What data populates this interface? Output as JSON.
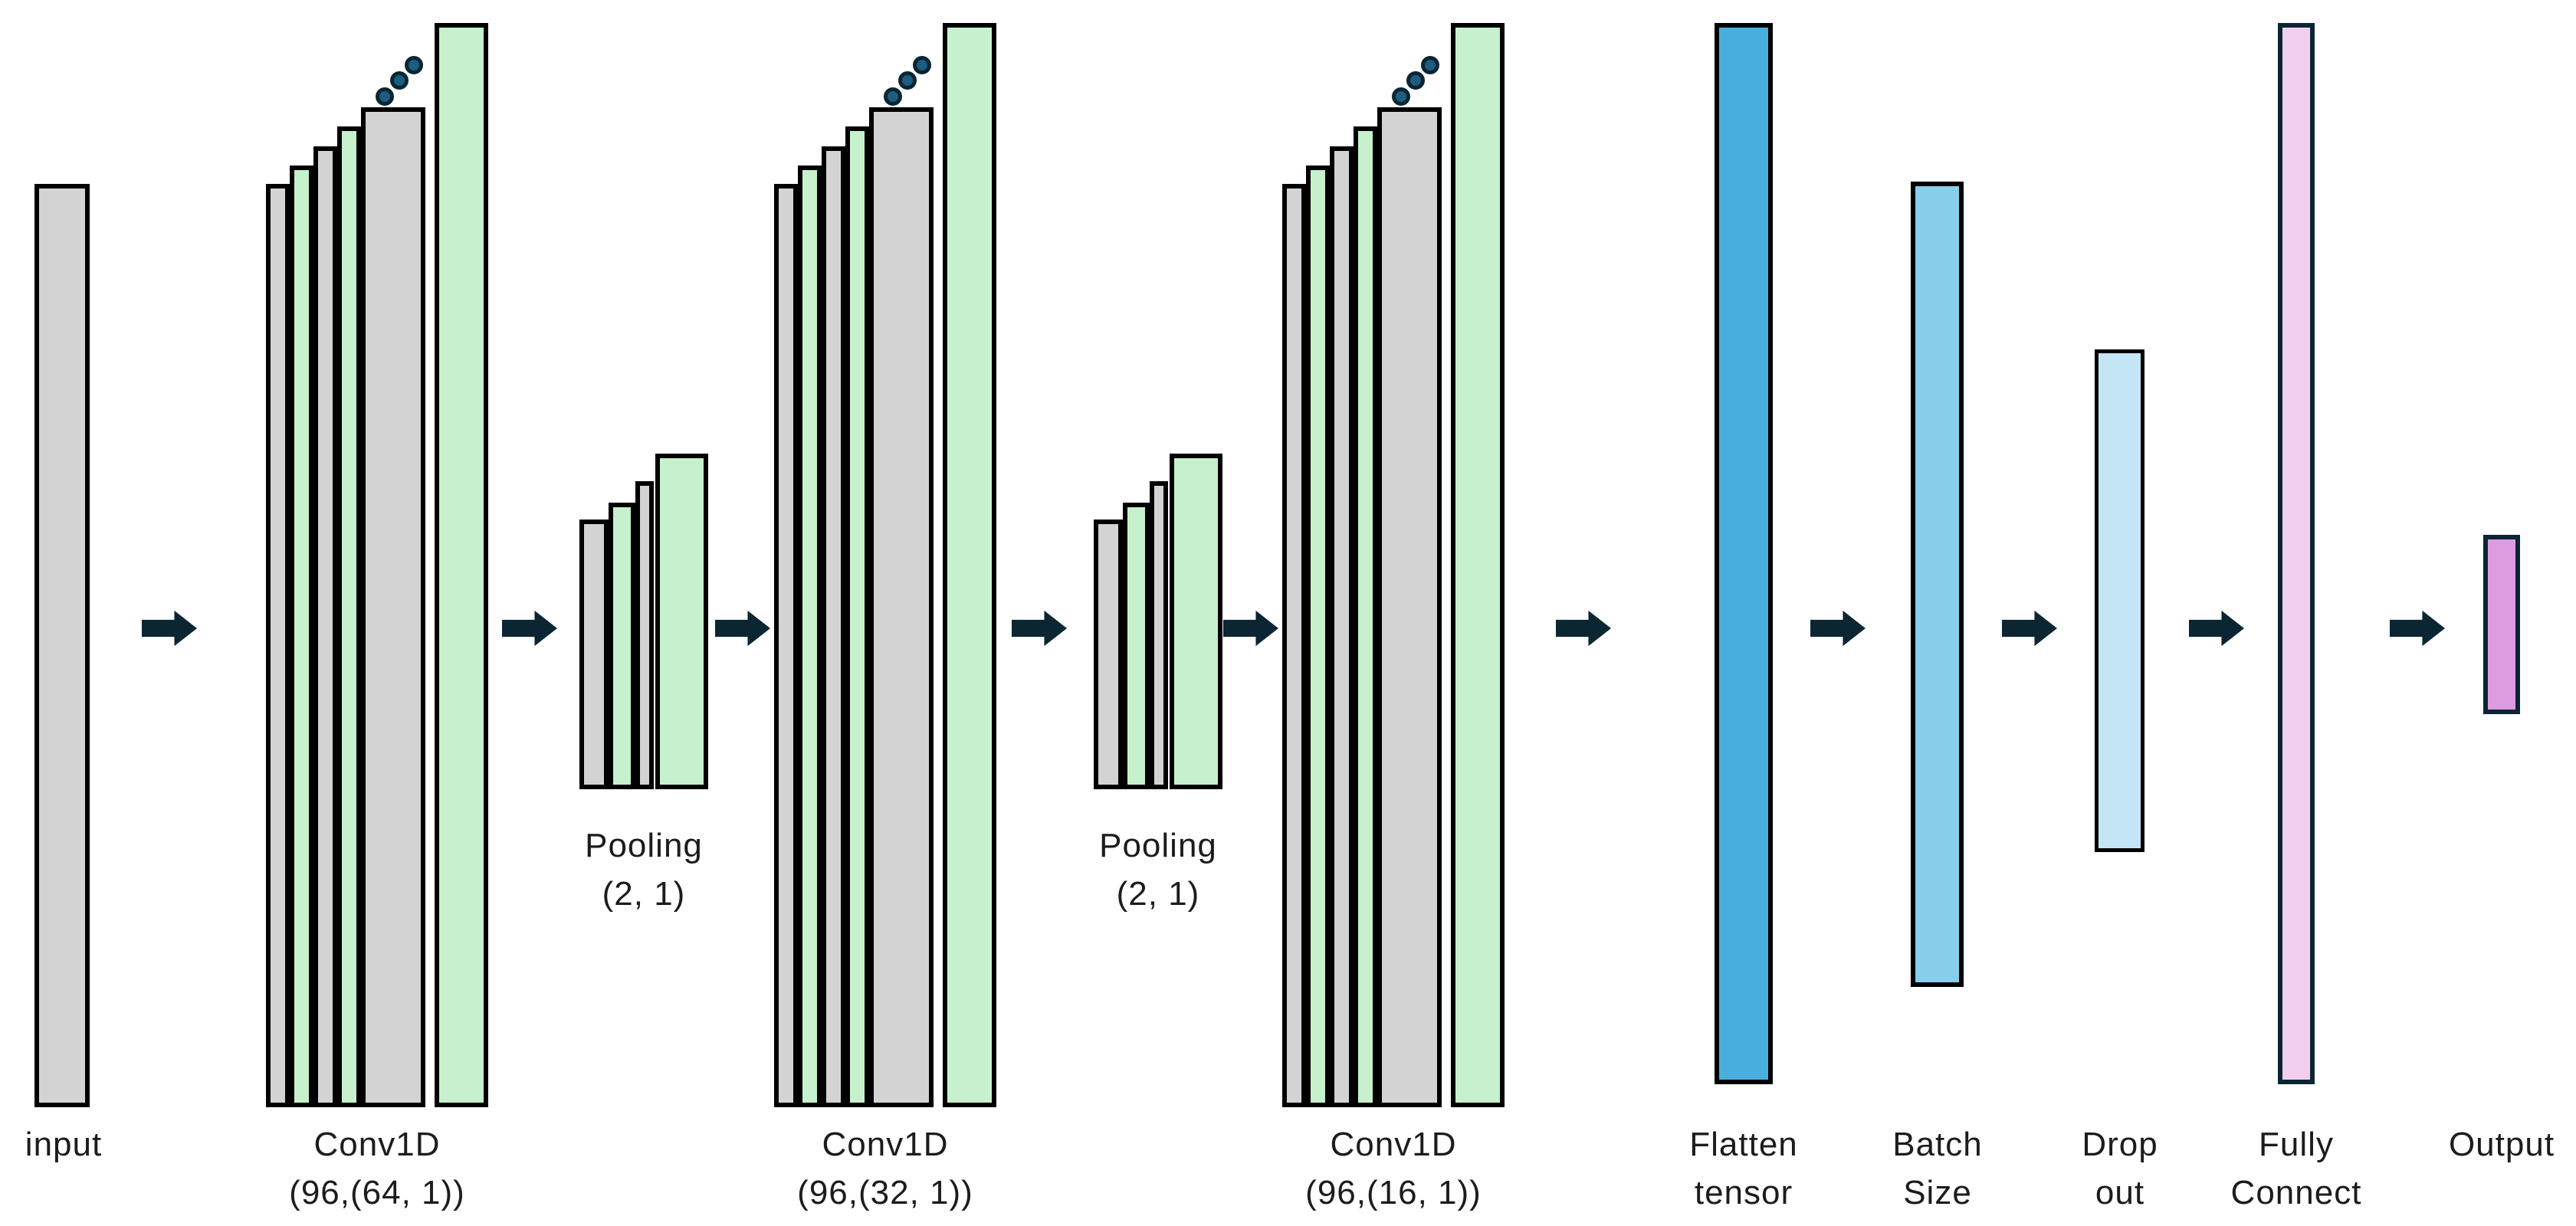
{
  "figure": {
    "description": "1D convolutional neural network architecture diagram"
  },
  "layers": {
    "input": {
      "label": "input"
    },
    "conv1": {
      "name": "Conv1D",
      "params": "(96,(64, 1))"
    },
    "pool1": {
      "name": "Pooling",
      "params": "(2, 1)"
    },
    "conv2": {
      "name": "Conv1D",
      "params": "(96,(32, 1))"
    },
    "pool2": {
      "name": "Pooling",
      "params": "(2, 1)"
    },
    "conv3": {
      "name": "Conv1D",
      "params": "(96,(16, 1))"
    },
    "flatten": {
      "line1": "Flatten",
      "line2": "tensor"
    },
    "batch": {
      "line1": "Batch",
      "line2": "Size"
    },
    "dropout": {
      "line1": "Drop",
      "line2": "out"
    },
    "fully": {
      "line1": "Fully",
      "line2": "Connect"
    },
    "output": {
      "label": "Output"
    }
  },
  "colors": {
    "bar_gray": "#d3d3d3",
    "bar_green": "#c7f0cc",
    "flatten_blue": "#48aedd",
    "batch_blue": "#87ceeb",
    "dropout_blue": "#c3e5f5",
    "fully_pink": "#f2cfee",
    "output_pink": "#dd9ce0",
    "arrow_navy": "#0c2533",
    "dot_blue": "#1e5c80",
    "border_black": "#000000",
    "text": "#1c1c1c"
  }
}
